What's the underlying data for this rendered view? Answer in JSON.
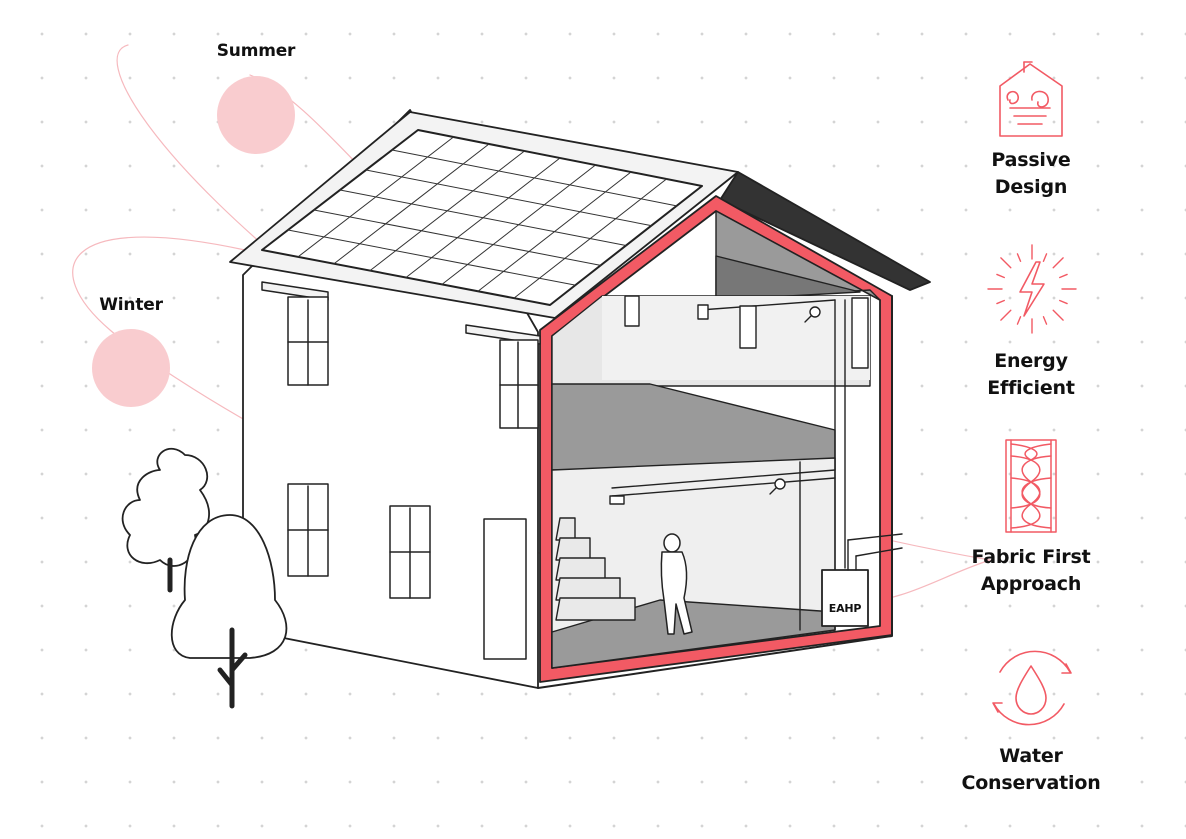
{
  "sun_labels": {
    "summer": "Summer",
    "winter": "Winter"
  },
  "features": [
    {
      "line1": "Passive",
      "line2": "Design",
      "icon": "house-airflow-icon"
    },
    {
      "line1": "Energy",
      "line2": "Efficient",
      "icon": "lightning-bolt-icon"
    },
    {
      "line1": "Fabric First",
      "line2": "Approach",
      "icon": "insulation-icon"
    },
    {
      "line1": "Water",
      "line2": "Conservation",
      "icon": "water-drop-cycle-icon"
    }
  ],
  "heat_pump_label": "EAHP",
  "colors": {
    "accent_red": "#f25a64",
    "sun_pink": "#f9cccf",
    "roof_dark": "#333333",
    "interior_grey": "#9a9a9a"
  }
}
